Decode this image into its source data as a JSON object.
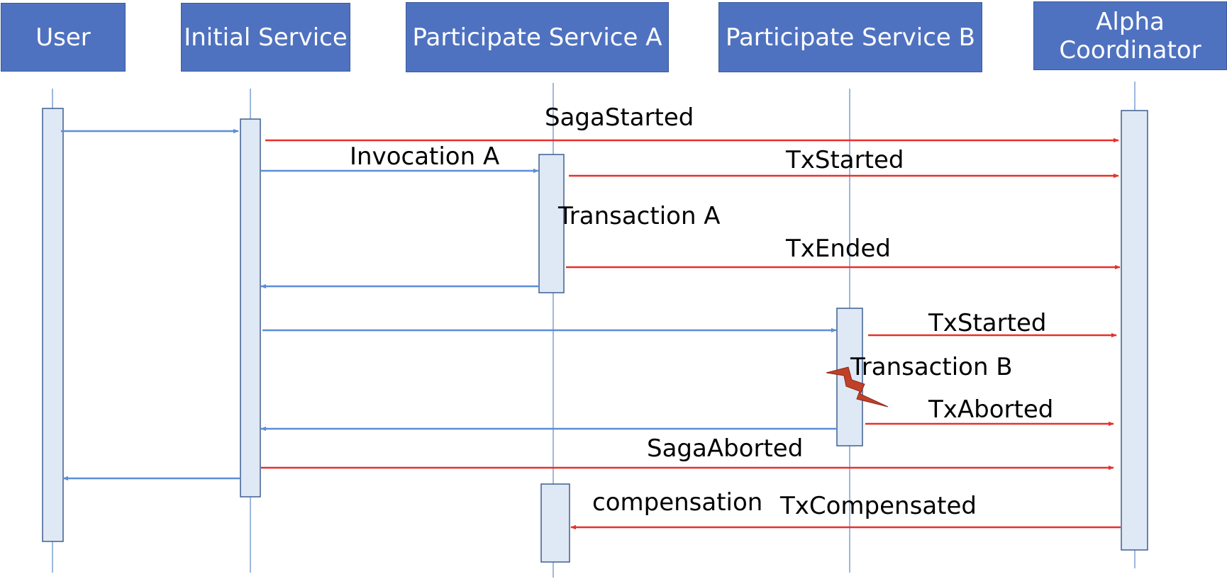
{
  "participants": {
    "user": "User",
    "initial": "Initial Service",
    "service_a": "Participate Service A",
    "service_b": "Participate Service B",
    "alpha_line1": "Alpha",
    "alpha_line2": "Coordinator"
  },
  "messages": {
    "saga_started": "SagaStarted",
    "invocation_a": "Invocation A",
    "tx_started_a": "TxStarted",
    "transaction_a": "Transaction A",
    "tx_ended": "TxEnded",
    "tx_started_b": "TxStarted",
    "transaction_b": "Transaction B",
    "tx_aborted": "TxAborted",
    "saga_aborted": "SagaAborted",
    "compensation": "compensation",
    "tx_compensated": "TxCompensated"
  },
  "colors": {
    "header_fill": "#4f72c0",
    "activation_fill": "#dfe8f5",
    "activation_stroke": "#3f5f8f",
    "lifeline": "#5b8ac8",
    "call_arrow": "#5b8ed6",
    "event_arrow": "#e8302a",
    "failure_icon": "#c0402a"
  },
  "icons": {
    "failure": "lightning-bolt-icon"
  }
}
